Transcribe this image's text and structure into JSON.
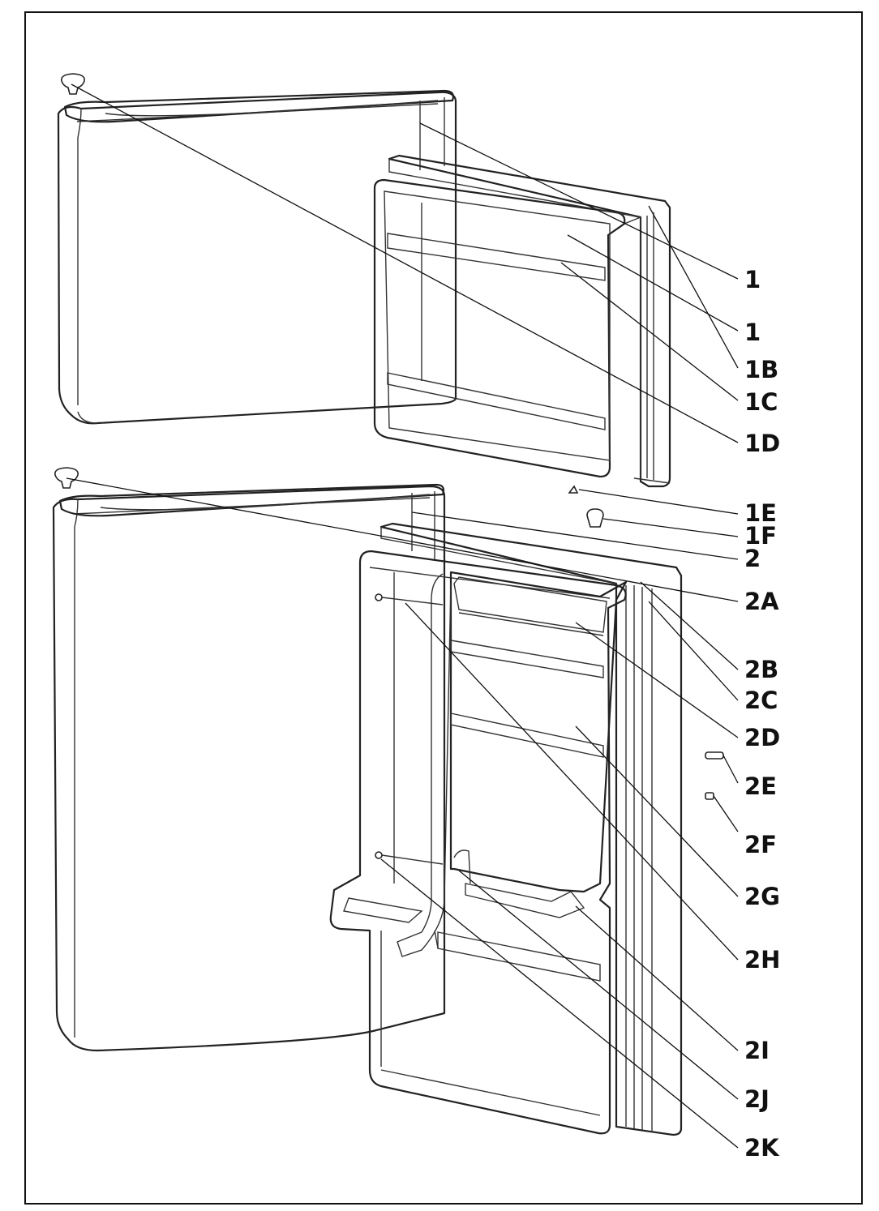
{
  "labels": {
    "l1a": "1",
    "l1b": "1",
    "l1B": "1B",
    "l1C": "1C",
    "l1D": "1D",
    "l1E": "1E",
    "l1F": "1F",
    "l2": "2",
    "l2A": "2A",
    "l2B": "2B",
    "l2C": "2C",
    "l2D": "2D",
    "l2E": "2E",
    "l2F": "2F",
    "l2G": "2G",
    "l2H": "2H",
    "l2I": "2I",
    "l2J": "2J",
    "l2K": "2K"
  },
  "colors": {
    "line": "#222222",
    "background": "#ffffff"
  }
}
